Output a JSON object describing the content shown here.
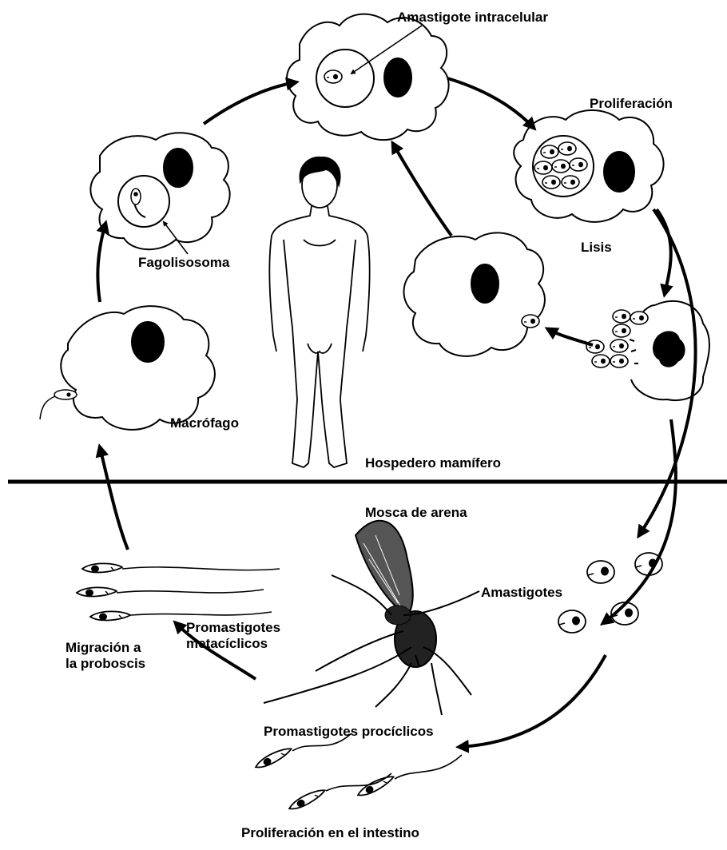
{
  "labels": {
    "amastigote_intracelular": "Amastigote intracelular",
    "proliferacion": "Proliferación",
    "fagolisosoma": "Fagolisosoma",
    "lisis": "Lisis",
    "macrofago": "Macrófago",
    "hospedero_mamifero": "Hospedero mamífero",
    "mosca_de_arena": "Mosca de arena",
    "amastigotes": "Amastigotes",
    "promastigotes_metaciclicos": "Promastigotes\nmetacíclicos",
    "migracion_proboscis": "Migración a\nla proboscis",
    "promastigotes_prociclicos": "Promastigotes procíclicos",
    "proliferacion_intestino": "Proliferación en el intestino"
  },
  "icons": [
    "macrophage-icon",
    "human-figure-icon",
    "sandfly-icon",
    "amastigote-icon",
    "promastigote-icon",
    "cycle-arrow-icon"
  ],
  "colors": {
    "ink": "#000000",
    "background": "#ffffff"
  }
}
